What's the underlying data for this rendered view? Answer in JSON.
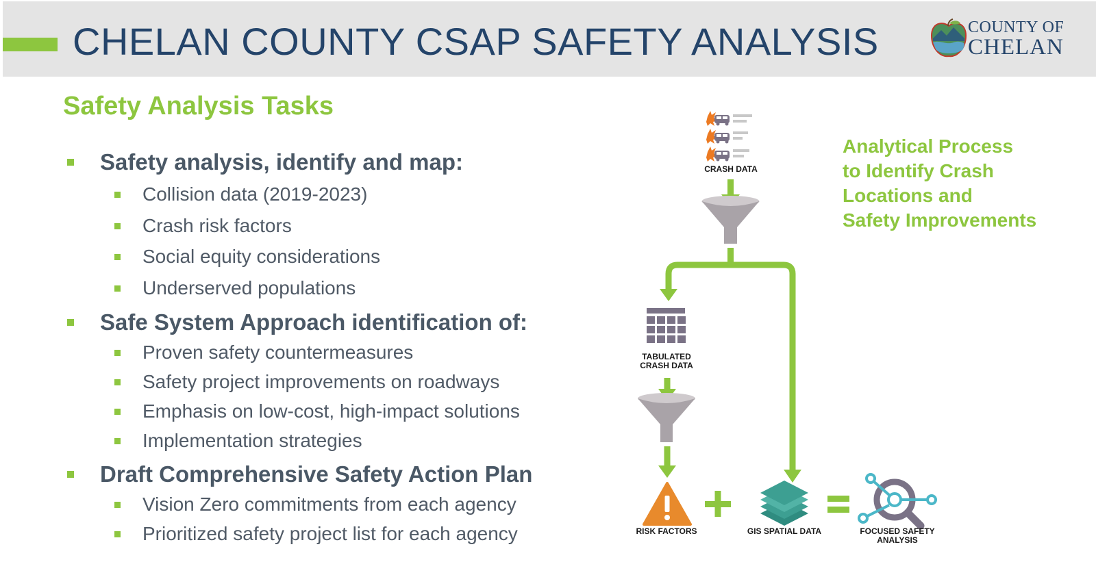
{
  "header": {
    "title": "CHELAN COUNTY CSAP SAFETY ANALYSIS",
    "logo": {
      "line1": "COUNTY OF",
      "line2": "CHELAN",
      "icon": "apple-landscape-logo"
    }
  },
  "main": {
    "section_title": "Safety Analysis Tasks",
    "bullets": [
      {
        "label": "Safety analysis, identify and map:",
        "items": [
          "Collision data (2019-2023)",
          "Crash risk factors",
          "Social equity considerations",
          "Underserved populations"
        ]
      },
      {
        "label": "Safe System Approach identification of:",
        "items": [
          "Proven safety countermeasures",
          "Safety project improvements on roadways",
          "Emphasis on low-cost, high-impact solutions",
          "Implementation strategies"
        ]
      },
      {
        "label": "Draft Comprehensive Safety Action Plan",
        "items": [
          "Vision Zero commitments from each agency",
          "Prioritized safety project list for each agency"
        ]
      }
    ]
  },
  "aside": {
    "lines": [
      "Analytical Process",
      "to Identify Crash",
      "Locations and",
      "Safety Improvements"
    ]
  },
  "diagram": {
    "crash_data": "CRASH DATA",
    "tabulated_line1": "TABULATED",
    "tabulated_line2": "CRASH DATA",
    "risk_factors": "RISK FACTORS",
    "gis_spatial_data": "GIS SPATIAL DATA",
    "focused_line1": "FOCUSED SAFETY",
    "focused_line2": "ANALYSIS",
    "plus": "+",
    "equals": "="
  },
  "colors": {
    "title": "#24446a",
    "accent_green": "#8dc63f",
    "text_gray": "#505a66",
    "header_bg": "#e4e4e4",
    "funnel_gray": "#a9a3a8",
    "icon_purple": "#7a7286",
    "warning_orange": "#e88a2c",
    "layers_teal": "#3d9f92",
    "magnifier_blue": "#4bb7c8"
  }
}
